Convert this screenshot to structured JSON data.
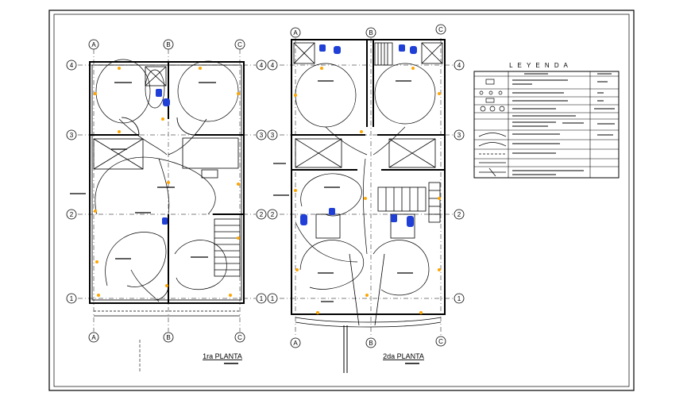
{
  "sheet": {
    "stroke_color": "#000000",
    "wire_color": "#000000",
    "fixture_color": "#ffa500",
    "sanitary_color": "#1f3fd6"
  },
  "plan_1": {
    "title": "1ra PLANTA",
    "axis_columns": [
      "A",
      "B",
      "C"
    ],
    "axis_rows": [
      "4",
      "3",
      "2",
      "1"
    ]
  },
  "plan_2": {
    "title": "2da PLANTA",
    "axis_columns": [
      "A",
      "B",
      "C"
    ],
    "axis_rows": [
      "4",
      "3",
      "2",
      "1"
    ]
  },
  "legend": {
    "title": "L E Y E N D A",
    "rows": 10
  }
}
